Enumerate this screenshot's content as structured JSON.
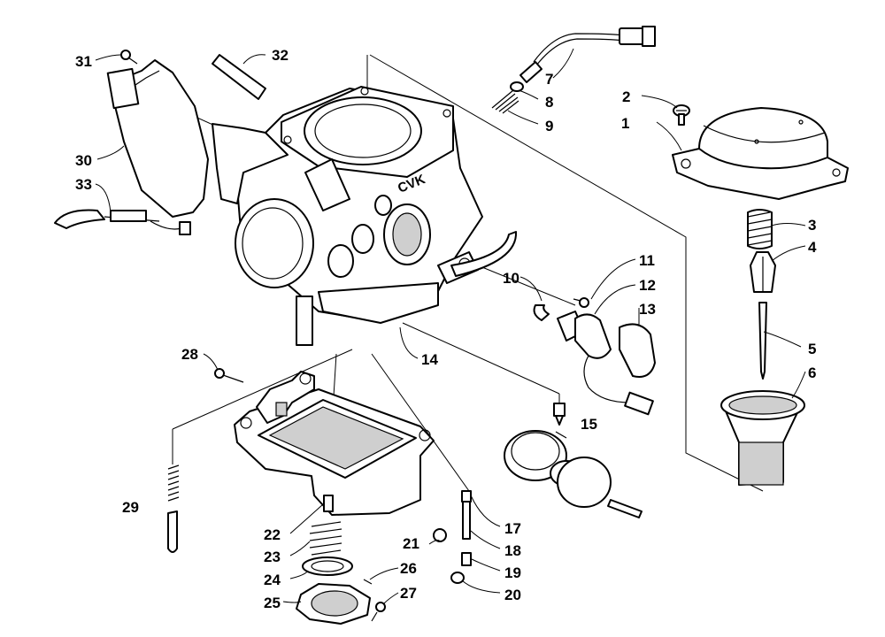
{
  "callouts": [
    {
      "id": "1",
      "text": "1"
    },
    {
      "id": "2",
      "text": "2"
    },
    {
      "id": "3",
      "text": "3"
    },
    {
      "id": "4",
      "text": "4"
    },
    {
      "id": "5",
      "text": "5"
    },
    {
      "id": "6",
      "text": "6"
    },
    {
      "id": "7",
      "text": "7"
    },
    {
      "id": "8",
      "text": "8"
    },
    {
      "id": "9",
      "text": "9"
    },
    {
      "id": "10",
      "text": "10"
    },
    {
      "id": "11",
      "text": "11"
    },
    {
      "id": "12",
      "text": "12"
    },
    {
      "id": "13",
      "text": "13"
    },
    {
      "id": "14",
      "text": "14"
    },
    {
      "id": "15",
      "text": "15"
    },
    {
      "id": "17",
      "text": "17"
    },
    {
      "id": "18",
      "text": "18"
    },
    {
      "id": "19",
      "text": "19"
    },
    {
      "id": "20",
      "text": "20"
    },
    {
      "id": "21",
      "text": "21"
    },
    {
      "id": "22",
      "text": "22"
    },
    {
      "id": "23",
      "text": "23"
    },
    {
      "id": "24",
      "text": "24"
    },
    {
      "id": "25",
      "text": "25"
    },
    {
      "id": "26",
      "text": "26"
    },
    {
      "id": "27",
      "text": "27"
    },
    {
      "id": "28",
      "text": "28"
    },
    {
      "id": "29",
      "text": "29"
    },
    {
      "id": "30",
      "text": "30"
    },
    {
      "id": "31",
      "text": "31"
    },
    {
      "id": "32",
      "text": "32"
    },
    {
      "id": "33",
      "text": "33"
    }
  ],
  "body_marking": "CVK"
}
